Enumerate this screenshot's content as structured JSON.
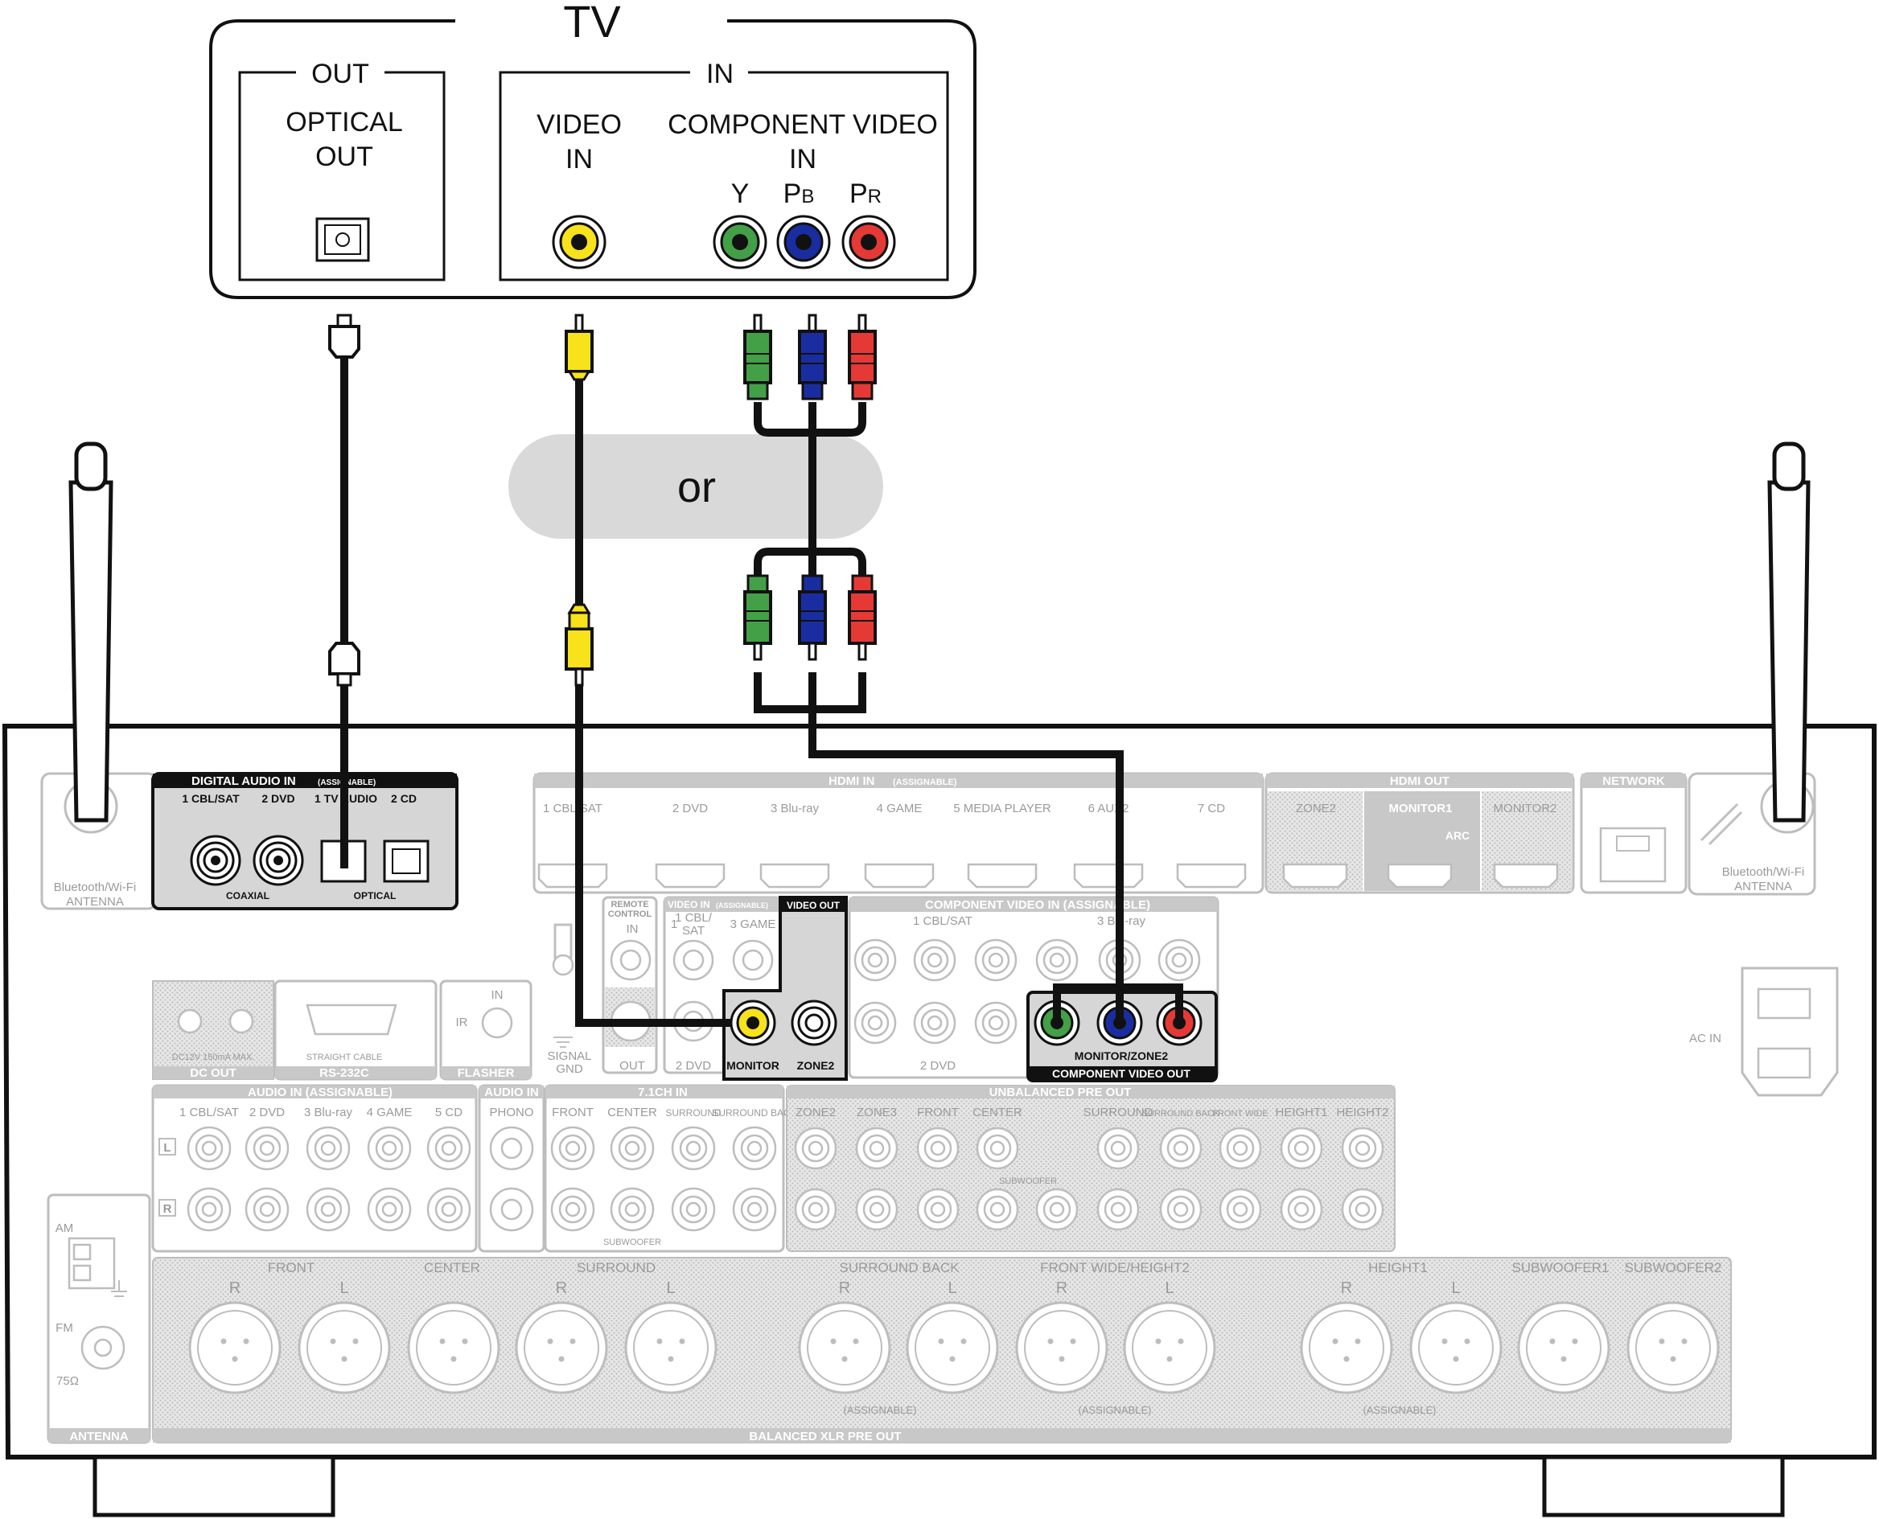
{
  "tv": {
    "title": "TV",
    "out_group": "OUT",
    "optical_out_line1": "OPTICAL",
    "optical_out_line2": "OUT",
    "in_group": "IN",
    "video_in_line1": "VIDEO",
    "video_in_line2": "IN",
    "component_line1": "COMPONENT VIDEO",
    "component_line2": "IN",
    "y_label": "Y",
    "pb_main": "P",
    "pb_sub": "B",
    "pr_main": "P",
    "pr_sub": "R"
  },
  "or_label": "or",
  "colors": {
    "yellow": "#f7e21b",
    "green": "#43a047",
    "blue": "#1a2da0",
    "red": "#e53935",
    "cable": "#111111",
    "panel_gray": "#d9d9d9"
  },
  "receiver": {
    "digital_audio_in": "DIGITAL AUDIO IN",
    "digital_audio_in_sub": "(ASSIGNABLE)",
    "dai_labels": [
      "1 CBL/SAT",
      "2 DVD",
      "1 TV AUDIO",
      "2 CD"
    ],
    "coaxial": "COAXIAL",
    "optical": "OPTICAL",
    "hdmi_in": "HDMI IN",
    "hdmi_in_sub": "(ASSIGNABLE)",
    "hdmi_labels": [
      "1 CBL/SAT",
      "2 DVD",
      "3 Blu-ray",
      "4 GAME",
      "5 MEDIA PLAYER",
      "6 AUX2",
      "7 CD"
    ],
    "hdmi_out": "HDMI OUT",
    "hdmi_out_labels": [
      "ZONE2",
      "MONITOR1",
      "MONITOR2"
    ],
    "arc": "ARC",
    "network": "NETWORK",
    "bt_antenna_left": [
      "Bluetooth/Wi-Fi",
      "ANTENNA"
    ],
    "bt_antenna_right": [
      "Bluetooth/Wi-Fi",
      "ANTENNA"
    ],
    "remote_control": [
      "REMOTE",
      "CONTROL"
    ],
    "remote_in": "IN",
    "remote_out": "OUT",
    "video_in": "VIDEO IN",
    "video_in_sub": "(ASSIGNABLE)",
    "video_in_labels": [
      "1 CBL/",
      "SAT",
      "3 GAME",
      "2 DVD"
    ],
    "video_out": "VIDEO OUT",
    "monitor": "MONITOR",
    "zone2": "ZONE2",
    "component_video_in": "COMPONENT VIDEO IN (ASSIGNABLE)",
    "comp_in_labels": [
      "1 CBL/SAT",
      "3 Blu-ray",
      "2 DVD"
    ],
    "comp_out_zone": "MONITOR/ZONE2",
    "comp_out_title": "COMPONENT VIDEO OUT",
    "signal_gnd": [
      "SIGNAL",
      "GND"
    ],
    "dc_out_spec": "DC12V 150mA MAX.",
    "dc_out": "DC OUT",
    "straight_cable": "STRAIGHT CABLE",
    "rs232c": "RS-232C",
    "ir": "IR",
    "flasher_in": "IN",
    "flasher": "FLASHER",
    "ac_in": "AC IN",
    "audio_in": "AUDIO IN (ASSIGNABLE)",
    "audio_in_labels": [
      "1 CBL/SAT",
      "2 DVD",
      "3 Blu-ray",
      "4 GAME",
      "5 CD"
    ],
    "audio_in_phono_hdr": "AUDIO IN",
    "phono": "PHONO",
    "ch71_in": "7.1CH IN",
    "ch71_labels": [
      "FRONT",
      "CENTER",
      "SURROUND",
      "SURROUND BACK"
    ],
    "subwoofer": "SUBWOOFER",
    "unbalanced": "UNBALANCED PRE OUT",
    "unbal_labels": [
      "ZONE2",
      "ZONE3",
      "FRONT",
      "CENTER",
      "SURROUND",
      "SURROUND BACK",
      "FRONT WIDE",
      "HEIGHT1",
      "HEIGHT2"
    ],
    "subwoofer_12": "SUBWOOFER",
    "antenna_am": "AM",
    "antenna_fm": "FM",
    "antenna_ohm": "75Ω",
    "antenna": "ANTENNA",
    "xlr_groups": [
      "FRONT",
      "CENTER",
      "SURROUND",
      "SURROUND BACK",
      "FRONT WIDE/HEIGHT2",
      "HEIGHT1",
      "SUBWOOFER1",
      "SUBWOOFER2"
    ],
    "xlr_rl": [
      "R",
      "L"
    ],
    "assignable": "(ASSIGNABLE)",
    "balanced_xlr": "BALANCED XLR PRE OUT",
    "lr": [
      "L",
      "R"
    ]
  }
}
